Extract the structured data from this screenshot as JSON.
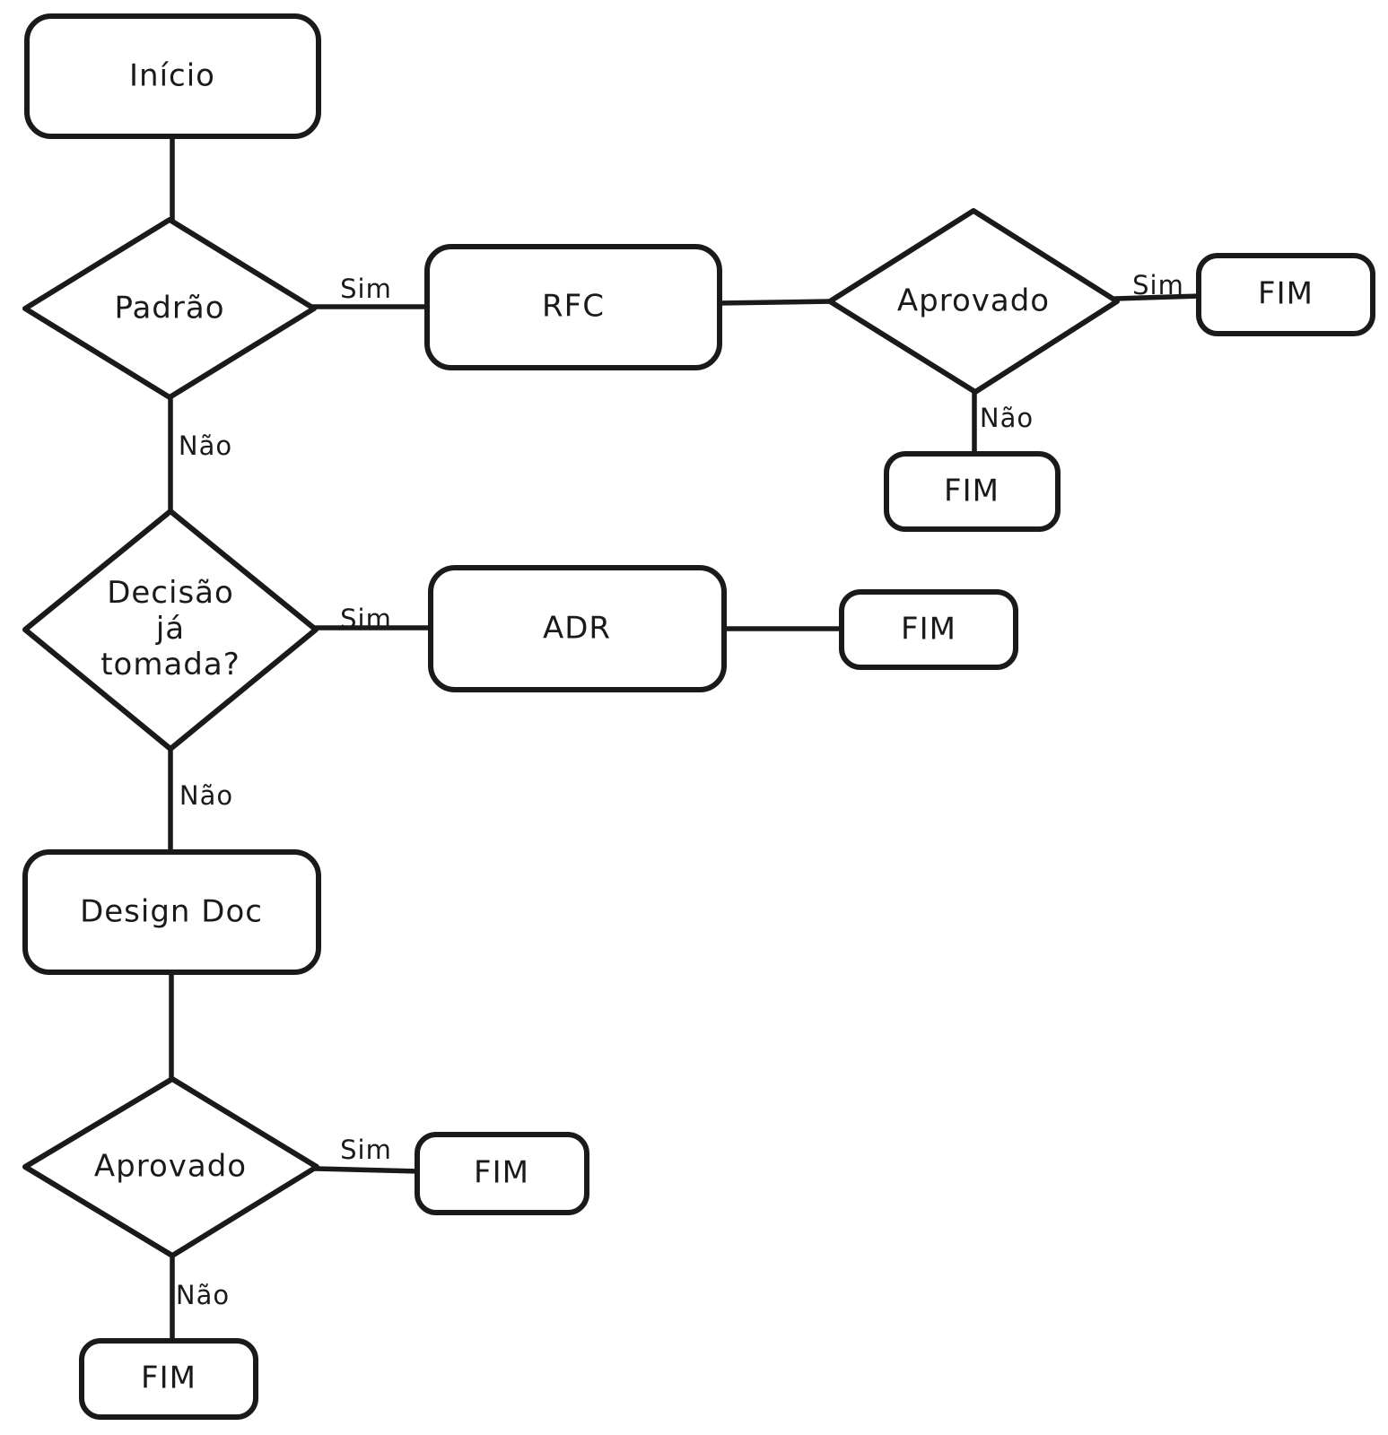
{
  "diagram": {
    "background_color": "#ffffff",
    "stroke_color": "#1a1a1a",
    "nodes": {
      "inicio": {
        "label": "Início",
        "shape": "rounded-rect"
      },
      "padrao": {
        "label": "Padrão",
        "shape": "diamond"
      },
      "rfc": {
        "label": "RFC",
        "shape": "rounded-rect"
      },
      "aprovado_rfc": {
        "label": "Aprovado",
        "shape": "diamond"
      },
      "fim_rfc_sim": {
        "label": "FIM",
        "shape": "rounded-rect"
      },
      "fim_rfc_nao": {
        "label": "FIM",
        "shape": "rounded-rect"
      },
      "decisao": {
        "line1": "Decisão",
        "line2": "já",
        "line3": "tomada?",
        "shape": "diamond"
      },
      "adr": {
        "label": "ADR",
        "shape": "rounded-rect"
      },
      "fim_adr": {
        "label": "FIM",
        "shape": "rounded-rect"
      },
      "design_doc": {
        "label": "Design Doc",
        "shape": "rounded-rect"
      },
      "aprovado_design": {
        "label": "Aprovado",
        "shape": "diamond"
      },
      "fim_design_sim": {
        "label": "FIM",
        "shape": "rounded-rect"
      },
      "fim_design_nao": {
        "label": "FIM",
        "shape": "rounded-rect"
      }
    },
    "edge_labels": {
      "padrao_sim": "Sim",
      "padrao_nao": "Não",
      "aprovado_rfc_sim": "Sim",
      "aprovado_rfc_nao": "Não",
      "decisao_sim": "Sim",
      "decisao_nao": "Não",
      "aprovado_design_sim": "Sim",
      "aprovado_design_nao": "Não"
    }
  }
}
